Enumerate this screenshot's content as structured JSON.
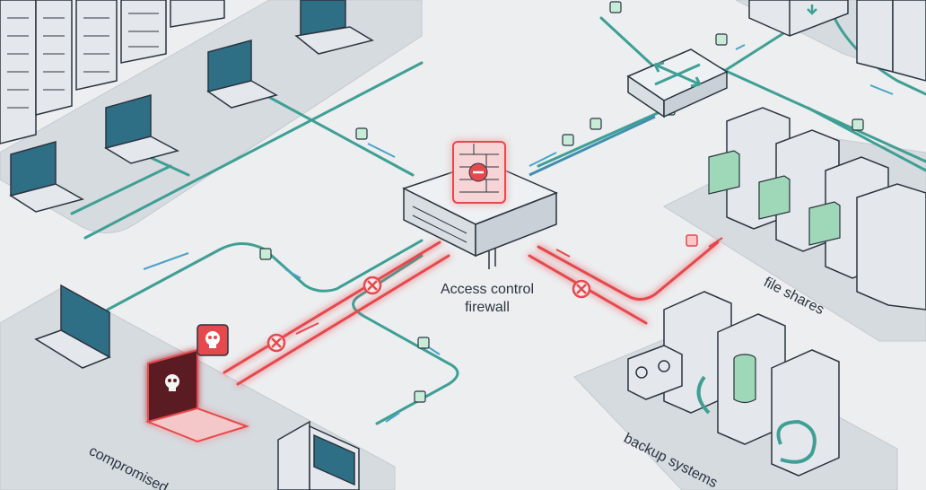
{
  "firewall": {
    "label_line1": "Access control",
    "label_line2": "firewall"
  },
  "zones": {
    "compromised": "compromised",
    "file_shares": "file shares",
    "backup_systems": "backup systems"
  },
  "icons": {
    "firewall": "brick-wall-blocked-icon",
    "threat": "skull-icon",
    "blocked": "circle-x-icon",
    "router": "router-arrows-icon",
    "backup": "sync-arrows-icon",
    "files": "folder-icon"
  },
  "colors": {
    "background": "#eceef0",
    "zone": "#d6dbe0",
    "link": "#3f9f95",
    "link_blue": "#3f8fb0",
    "blocked": "#e5484d",
    "device": "#e4e8ec",
    "screen": "#2f6f86",
    "outline": "#2b3440"
  }
}
